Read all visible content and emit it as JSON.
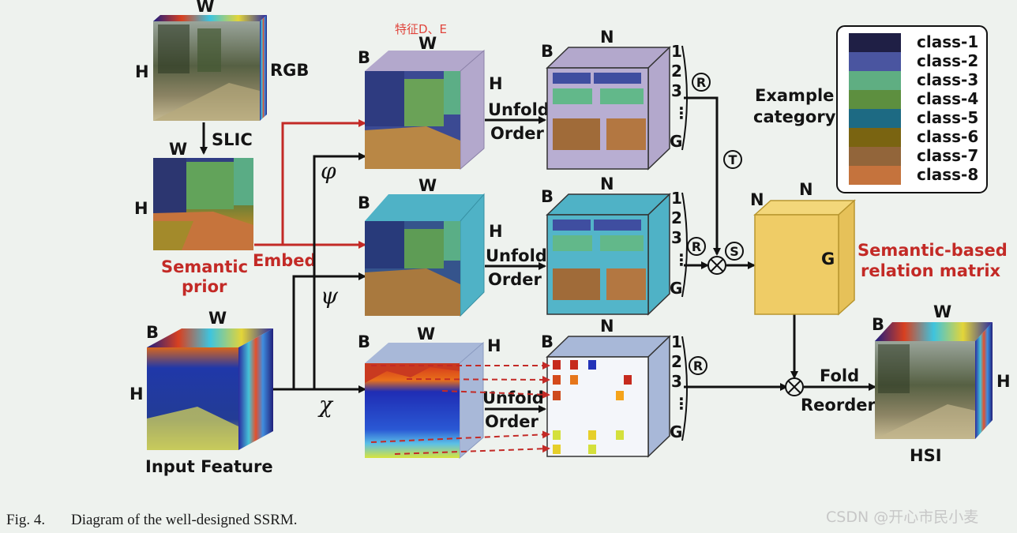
{
  "labels": {
    "w": "W",
    "h": "H",
    "b": "B",
    "n": "N",
    "g": "G",
    "rgb": "RGB",
    "slic": "SLIC",
    "semantic_prior_1": "Semantic",
    "semantic_prior_2": "prior",
    "embed": "Embed",
    "input_feature": "Input Feature",
    "unfold": "Unfold",
    "order": "Order",
    "fold": "Fold",
    "reorder": "Reorder",
    "hsi": "HSI",
    "example_category_1": "Example",
    "example_category_2": "category",
    "relation_matrix_1": "Semantic-based",
    "relation_matrix_2": "relation matrix",
    "phi": "φ",
    "psi": "ψ",
    "chi": "χ",
    "r_symbol": "R",
    "t_symbol": "T",
    "s_symbol": "S",
    "otimes": "⊗",
    "annotation_cn": "特征D、E",
    "idx_1": "1",
    "idx_2": "2",
    "idx_3": "3",
    "vdots": "⋮"
  },
  "legend": [
    {
      "label": "class-1",
      "color": "#1f1f45"
    },
    {
      "label": "class-2",
      "color": "#4a55a0"
    },
    {
      "label": "class-3",
      "color": "#5fae82"
    },
    {
      "label": "class-4",
      "color": "#5d8f3f"
    },
    {
      "label": "class-5",
      "color": "#1d6a83"
    },
    {
      "label": "class-6",
      "color": "#7a6411"
    },
    {
      "label": "class-7",
      "color": "#92653a"
    },
    {
      "label": "class-8",
      "color": "#c5733d"
    }
  ],
  "colors": {
    "cube_top_branch": "#b3a8cc",
    "cube_mid_branch": "#4fb2c6",
    "cube_bottom_branch": "#a8b8d8",
    "relation_cube": "#efcc66",
    "arrow_red": "#c32a26"
  },
  "caption": {
    "fig": "Fig. 4.",
    "text": "Diagram of the well-designed SSRM."
  },
  "watermark": "CSDN @开心市民小麦"
}
